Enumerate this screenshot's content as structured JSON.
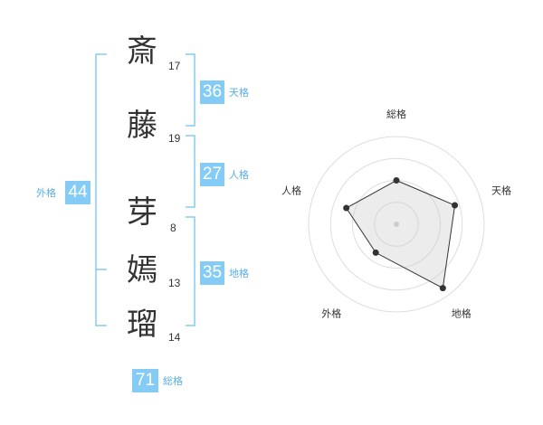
{
  "name_chars": [
    {
      "char": "斎",
      "strokes": "17"
    },
    {
      "char": "藤",
      "strokes": "19"
    },
    {
      "char": "芽",
      "strokes": "8"
    },
    {
      "char": "嫣",
      "strokes": "13"
    },
    {
      "char": "瑠",
      "strokes": "14"
    }
  ],
  "fortunes": {
    "tenkaku": {
      "value": "36",
      "label": "天格"
    },
    "jinkaku": {
      "value": "27",
      "label": "人格"
    },
    "chikaku": {
      "value": "35",
      "label": "地格"
    },
    "gaikaku": {
      "value": "44",
      "label": "外格"
    },
    "soukaku": {
      "value": "71",
      "label": "総格"
    }
  },
  "colors": {
    "accent": "#84ccf5",
    "bracket": "#84ccf5",
    "text": "#333333"
  },
  "radar": {
    "axes": [
      "総格",
      "天格",
      "地格",
      "外格",
      "人格"
    ],
    "levels": 4,
    "values": [
      0.5,
      0.7,
      0.9,
      0.4,
      0.6
    ]
  }
}
